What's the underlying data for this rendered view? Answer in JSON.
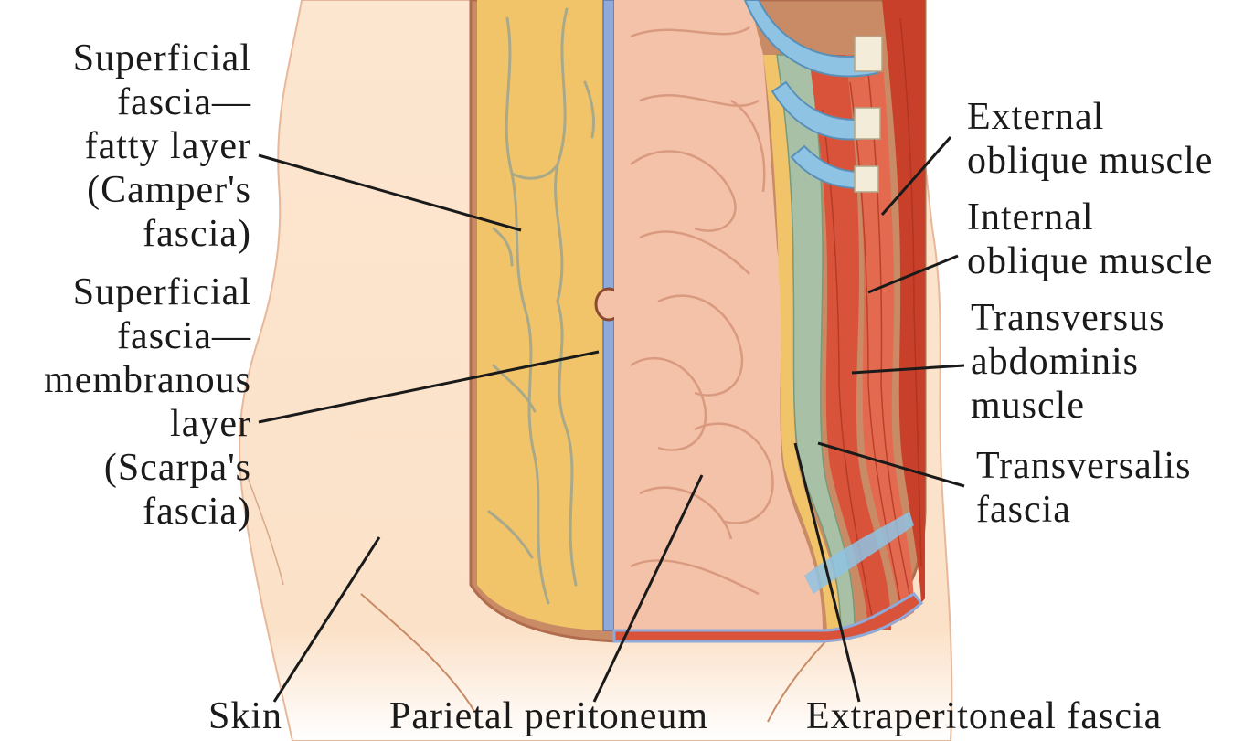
{
  "labels": {
    "superficial_fatty": [
      "Superficial",
      "fascia—",
      "fatty layer",
      "(Camper's",
      "fascia)"
    ],
    "superficial_membranous": [
      "Superficial",
      "fascia—",
      "membranous",
      "layer",
      "(Scarpa's",
      "fascia)"
    ],
    "external_oblique": [
      "External",
      "oblique muscle"
    ],
    "internal_oblique": [
      "Internal",
      "oblique muscle"
    ],
    "transversus_abdominis": [
      "Transversus",
      "abdominis",
      "muscle"
    ],
    "transversalis_fascia": [
      "Transversalis",
      "fascia"
    ],
    "skin": "Skin",
    "parietal_peritoneum": "Parietal peritoneum",
    "extraperitoneal_fascia": "Extraperitoneal fascia"
  },
  "colors": {
    "skin": "#fbe1c8",
    "skin_edge": "#c98a66",
    "fat": "#f2c46a",
    "vein": "#a9a98a",
    "membranous": "#8fa9d8",
    "bowel": "#f4c2a8",
    "bowel_fold": "#d99a80",
    "transversalis": "#a8c1a6",
    "muscle": "#d9533a",
    "rib": "#8ec3e4",
    "leader": "#1a1a1a"
  }
}
